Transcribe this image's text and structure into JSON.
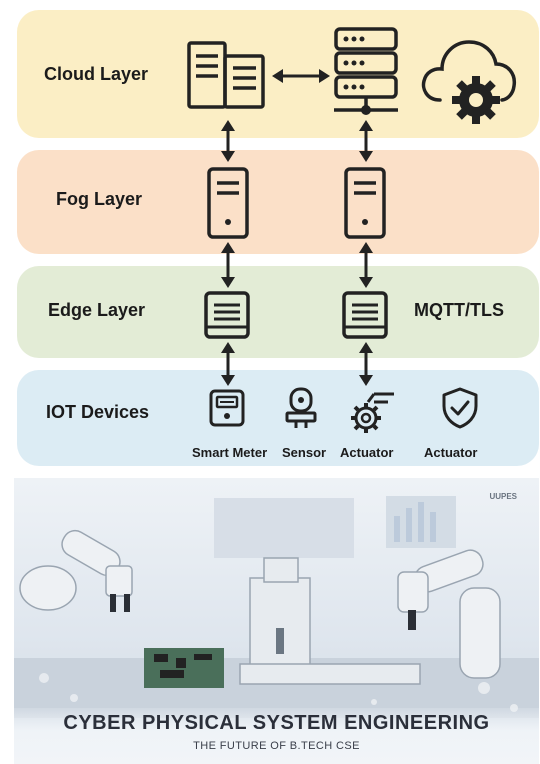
{
  "layers": {
    "cloud": {
      "label": "Cloud Layer",
      "color": "#fbeec5"
    },
    "fog": {
      "label": "Fog Layer",
      "color": "#fbe0c8"
    },
    "edge": {
      "label": "Edge Layer",
      "color": "#e3ecd6",
      "protocol": "MQTT/TLS"
    },
    "iot": {
      "label": "IOT Devices",
      "color": "#dcecf4"
    }
  },
  "devices": [
    {
      "label": "Smart Meter",
      "icon": "smart-meter-icon"
    },
    {
      "label": "Sensor",
      "icon": "sensor-icon"
    },
    {
      "label": "Actuator",
      "icon": "gear-actuator-icon"
    },
    {
      "label": "Actuator",
      "icon": "shield-check-icon"
    }
  ],
  "photo": {
    "title": "CYBER PHYSICAL SYSTEM ENGINEERING",
    "subtitle": "THE FUTURE OF B.TECH CSE",
    "brand": "UUPES"
  },
  "colors": {
    "stroke": "#222222"
  }
}
